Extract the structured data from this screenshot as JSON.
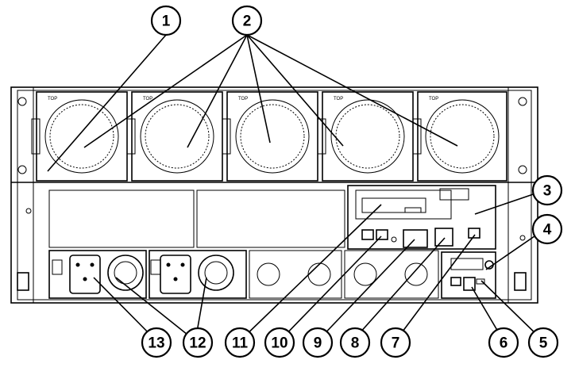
{
  "figure": {
    "fan_tag": "TOP",
    "callouts": [
      {
        "id": "c1",
        "label": "1"
      },
      {
        "id": "c2",
        "label": "2"
      },
      {
        "id": "c3",
        "label": "3"
      },
      {
        "id": "c4",
        "label": "4"
      },
      {
        "id": "c5",
        "label": "5"
      },
      {
        "id": "c6",
        "label": "6"
      },
      {
        "id": "c7",
        "label": "7"
      },
      {
        "id": "c8",
        "label": "8"
      },
      {
        "id": "c9",
        "label": "9"
      },
      {
        "id": "c10",
        "label": "10"
      },
      {
        "id": "c11",
        "label": "11"
      },
      {
        "id": "c12",
        "label": "12"
      },
      {
        "id": "c13",
        "label": "13"
      }
    ]
  }
}
